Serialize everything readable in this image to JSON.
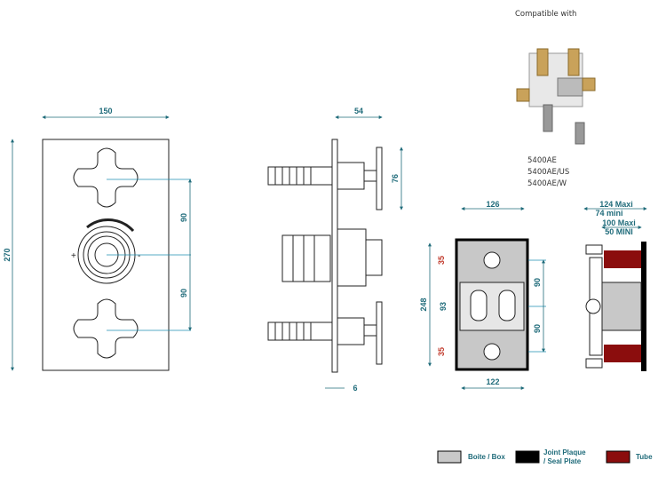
{
  "compatible": {
    "title": "Compatible with",
    "models": [
      "5400AE",
      "5400AE/US",
      "5400AE/W"
    ]
  },
  "front": {
    "width": "150",
    "height": "270",
    "spacing_top": "90",
    "spacing_bottom": "90"
  },
  "side": {
    "depth": "54",
    "flange": "76",
    "thickness": "6"
  },
  "box": {
    "width": "126",
    "height": "248",
    "hole_top": "35",
    "hole_bottom": "35",
    "mid": "93",
    "right_top": "90",
    "right_bottom": "90",
    "bottom": "122"
  },
  "section": {
    "max": "124 Maxi",
    "min": "74 mini",
    "max2": "100 Maxi",
    "min2": "50 MINI"
  },
  "legend": [
    {
      "label": "Boite / Box",
      "color": "#c8c8c8"
    },
    {
      "label": "Joint Plaque / Seal Plate",
      "color": "#000000"
    },
    {
      "label": "Tube",
      "color": "#8b0d0d"
    }
  ]
}
